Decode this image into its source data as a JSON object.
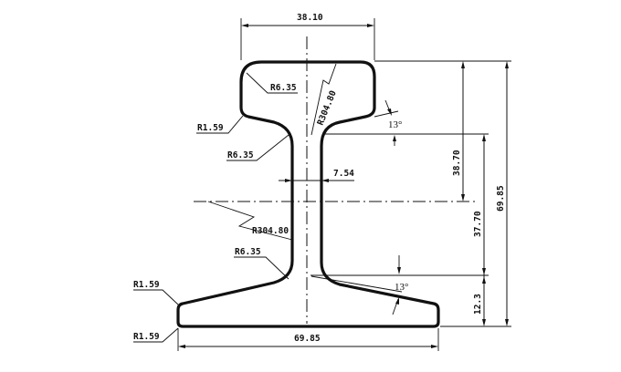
{
  "drawing": {
    "title": "Rail cross-section dimension drawing",
    "stroke_color": "#111111",
    "background": "#ffffff",
    "dimensions": {
      "head_width": "38.10",
      "web_thickness": "7.54",
      "base_width": "69.85",
      "overall_height": "69.85",
      "head_to_neutral": "38.70",
      "neutral_to_base_top": "37.70",
      "base_thickness": "12.3"
    },
    "radii": {
      "head_corner": "R6.35",
      "head_top_crown": "R304.80",
      "head_underside": "R1.59",
      "head_web_fillet": "R6.35",
      "web_side": "R304.80",
      "web_base_fillet": "R6.35",
      "base_top_edge": "R1.59",
      "base_bottom_edge": "R1.59"
    },
    "angles": {
      "head_underside_slope": "13°",
      "base_top_slope": "13°"
    }
  }
}
